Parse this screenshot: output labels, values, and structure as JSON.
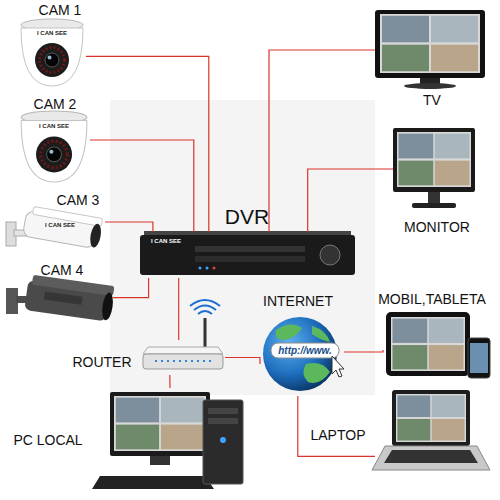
{
  "diagram": {
    "nodes": [
      {
        "text": [
          "CAM 1"
        ]
      },
      {
        "text": [
          "CAM 2"
        ]
      },
      {
        "text": [
          "CAM 3"
        ]
      },
      {
        "text": [
          "CAM 4"
        ]
      },
      {
        "text": [
          "DVR"
        ]
      },
      {
        "text": [
          "TV"
        ]
      },
      {
        "text": [
          "MONITOR"
        ]
      },
      {
        "text": [
          "ROUTER"
        ]
      },
      {
        "text": [
          "INTERNET"
        ]
      },
      {
        "text": [
          "MOBIL,TABLETA"
        ]
      },
      {
        "text": [
          "PC LOCAL"
        ]
      },
      {
        "text": [
          "LAPTOP"
        ]
      }
    ],
    "edges": [
      {
        "from": 0,
        "to": 4,
        "arrow": "none"
      },
      {
        "from": 1,
        "to": 4,
        "arrow": "none"
      },
      {
        "from": 2,
        "to": 4,
        "arrow": "none"
      },
      {
        "from": 3,
        "to": 4,
        "arrow": "none"
      },
      {
        "from": 4,
        "to": 5,
        "arrow": "none"
      },
      {
        "from": 4,
        "to": 6,
        "arrow": "none"
      },
      {
        "from": 4,
        "to": 7,
        "arrow": "none"
      },
      {
        "from": 7,
        "to": 8,
        "arrow": "none"
      },
      {
        "from": 7,
        "to": 10,
        "arrow": "none"
      },
      {
        "from": 8,
        "to": 9,
        "arrow": "none"
      },
      {
        "from": 8,
        "to": 11,
        "arrow": "none"
      }
    ],
    "labels": [
      "http://www.",
      "I CAN SEE",
      "I CAN SEE",
      "I CAN SEE",
      "I CAN SEE"
    ]
  }
}
